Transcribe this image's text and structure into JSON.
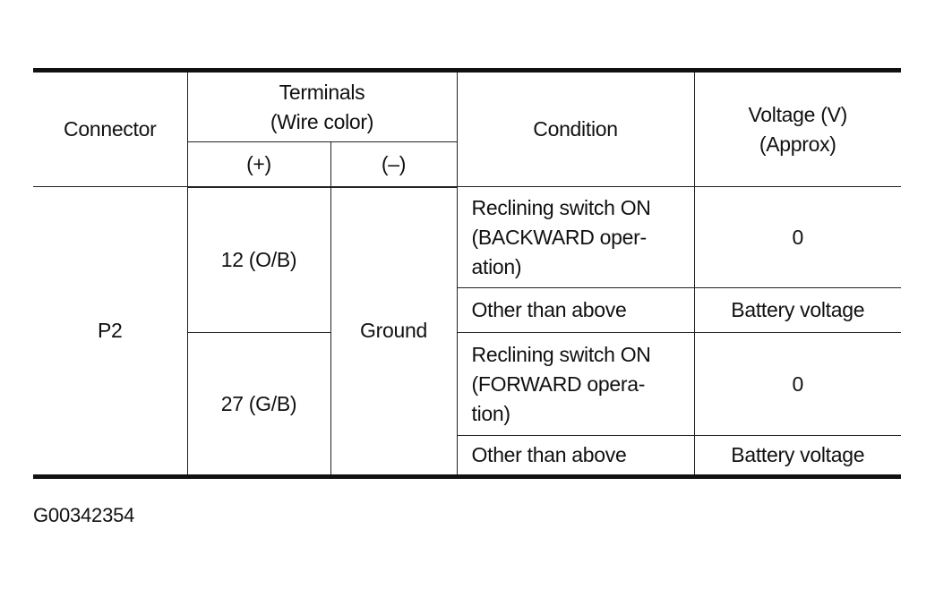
{
  "table": {
    "headers": {
      "connector": "Connector",
      "terminals": [
        "Terminals",
        "(Wire color)"
      ],
      "plus": "(+)",
      "minus": "(–)",
      "condition": "Condition",
      "voltage": [
        "Voltage (V)",
        "(Approx)"
      ]
    },
    "connector": "P2",
    "ground": "Ground",
    "rows": [
      {
        "terminal": "12 (O/B)",
        "conditions": [
          {
            "condition": [
              "Reclining switch ON",
              "(BACKWARD oper-",
              "ation)"
            ],
            "voltage": "0"
          },
          {
            "condition": [
              "Other than above"
            ],
            "voltage": "Battery voltage"
          }
        ]
      },
      {
        "terminal": "27 (G/B)",
        "conditions": [
          {
            "condition": [
              "Reclining switch ON",
              "(FORWARD opera-",
              "tion)"
            ],
            "voltage": "0"
          },
          {
            "condition": [
              "Other than above"
            ],
            "voltage": "Battery voltage"
          }
        ]
      }
    ]
  },
  "figure_id": "G00342354"
}
